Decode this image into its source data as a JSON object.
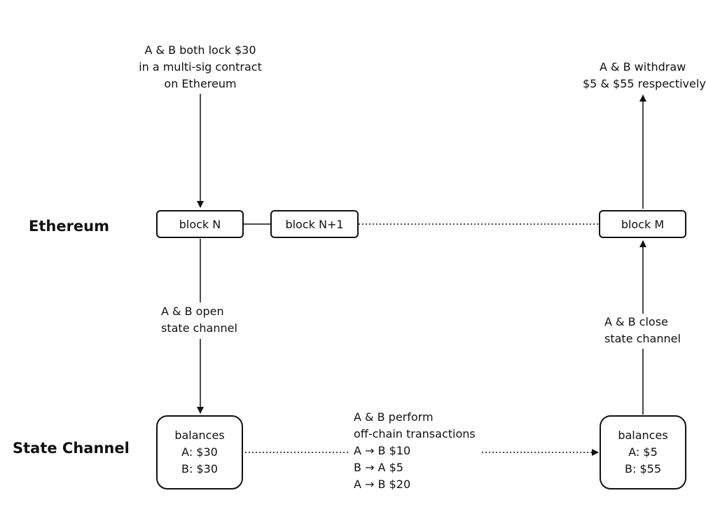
{
  "rows": {
    "ethereum": "Ethereum",
    "state_channel": "State Channel"
  },
  "blocks": {
    "n": "block N",
    "n_plus_1": "block N+1",
    "m": "block M"
  },
  "annotations": {
    "lock": [
      "A & B both lock $30",
      "in a multi-sig contract",
      "on Ethereum"
    ],
    "withdraw": [
      "A & B withdraw",
      "$5 & $55 respectively"
    ],
    "open": [
      "A & B open",
      "state channel"
    ],
    "close": [
      "A & B close",
      "state channel"
    ],
    "offchain": [
      "A & B perform",
      "off-chain transactions",
      "A → B $10",
      "B → A $5",
      "A → B $20"
    ]
  },
  "balances_start": {
    "title": "balances",
    "a": "A: $30",
    "b": "B: $30"
  },
  "balances_end": {
    "title": "balances",
    "a": "A: $5",
    "b": "B: $55"
  }
}
